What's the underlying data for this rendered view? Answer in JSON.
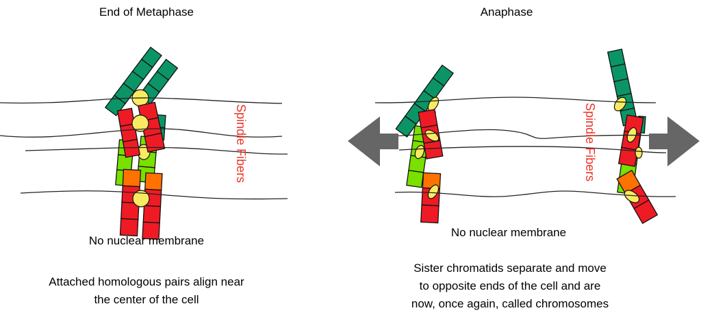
{
  "left_panel": {
    "title": "End of Metaphase",
    "fiber_label": "Spindle Fibers",
    "membrane_note": "No nuclear membrane",
    "caption_lines": [
      "Attached homologous pairs align near",
      "the center of the cell"
    ]
  },
  "right_panel": {
    "title": "Anaphase",
    "fiber_label": "Spindle Fibers",
    "membrane_note": "No nuclear membrane",
    "caption_lines": [
      "Sister chromatids separate and move",
      "to opposite ends of the cell and are",
      "now, once again, called chromosomes"
    ]
  },
  "colors": {
    "dark_green": "#0b9566",
    "red": "#ee1b25",
    "light_green": "#79e000",
    "orange": "#ff7200",
    "yellow": "#f9eb61",
    "label_red": "#ee3124",
    "arrow": "#666666"
  }
}
